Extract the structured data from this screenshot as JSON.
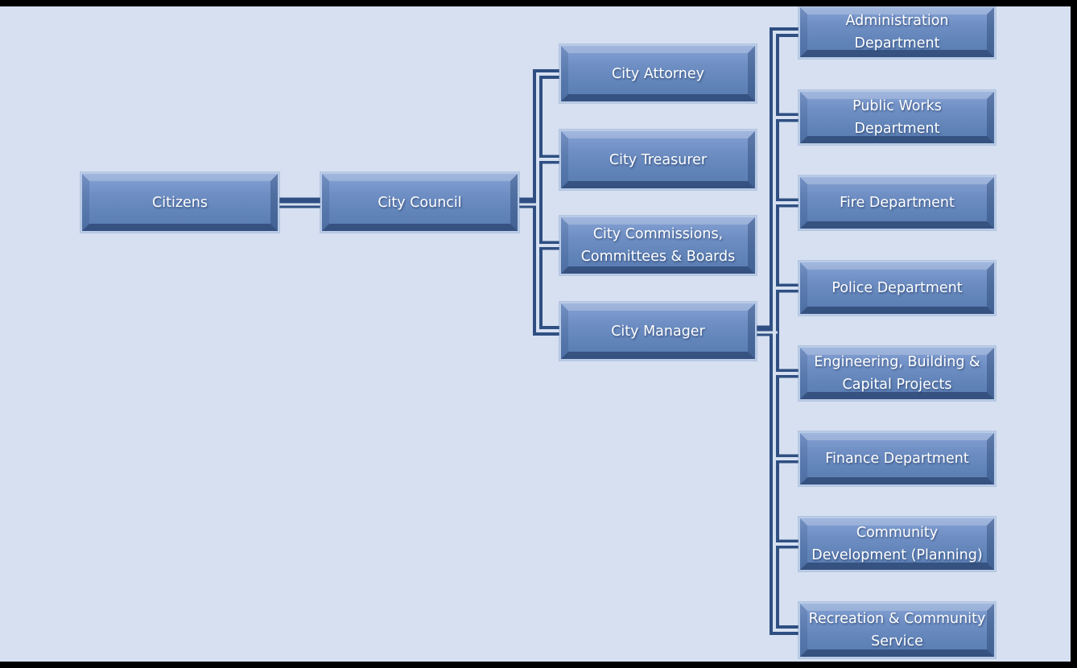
{
  "diagram": {
    "type": "org-chart",
    "nodes": {
      "citizens": {
        "label": "Citizens"
      },
      "city_council": {
        "label": "City Council"
      },
      "city_attorney": {
        "label": "City Attorney"
      },
      "city_treasurer": {
        "label": "City Treasurer"
      },
      "city_commissions": {
        "label": "City Commissions, Committees & Boards"
      },
      "city_manager": {
        "label": "City Manager"
      },
      "dept_admin": {
        "label": "Administration Department"
      },
      "dept_public_works": {
        "label": "Public Works Department"
      },
      "dept_fire": {
        "label": "Fire Department"
      },
      "dept_police": {
        "label": "Police Department"
      },
      "dept_engineering": {
        "label": "Engineering, Building & Capital Projects"
      },
      "dept_finance": {
        "label": "Finance Department"
      },
      "dept_community": {
        "label": "Community Development (Planning)"
      },
      "dept_recreation": {
        "label": "Recreation & Community Service"
      }
    },
    "edges": [
      {
        "from": "citizens",
        "to": "city_council"
      },
      {
        "from": "city_council",
        "to": "city_attorney"
      },
      {
        "from": "city_council",
        "to": "city_treasurer"
      },
      {
        "from": "city_council",
        "to": "city_commissions"
      },
      {
        "from": "city_council",
        "to": "city_manager"
      },
      {
        "from": "city_manager",
        "to": "dept_admin"
      },
      {
        "from": "city_manager",
        "to": "dept_public_works"
      },
      {
        "from": "city_manager",
        "to": "dept_fire"
      },
      {
        "from": "city_manager",
        "to": "dept_police"
      },
      {
        "from": "city_manager",
        "to": "dept_engineering"
      },
      {
        "from": "city_manager",
        "to": "dept_finance"
      },
      {
        "from": "city_manager",
        "to": "dept_community"
      },
      {
        "from": "city_manager",
        "to": "dept_recreation"
      }
    ],
    "colors": {
      "background": "#d6e0f1",
      "box_fill_top": "#86a2d4",
      "box_fill_bottom": "#597bb0",
      "box_border": "#b9cbe6",
      "connector": "#2f4f82",
      "text": "#ffffff",
      "letterbox": "#000000"
    }
  }
}
